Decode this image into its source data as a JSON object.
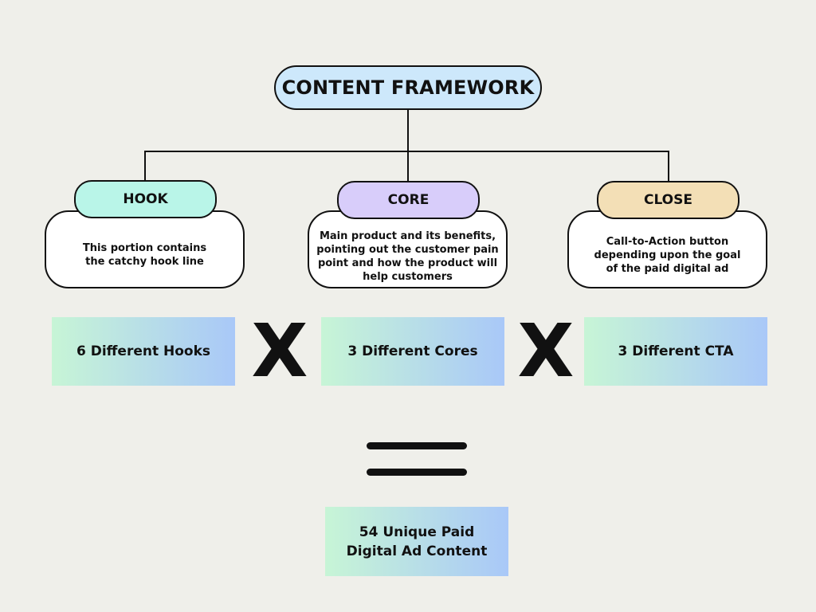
{
  "title": "CONTENT FRAMEWORK",
  "components": [
    {
      "label": "HOOK",
      "color": "#b9f5e8",
      "description": "This portion contains the catchy hook line",
      "quantity": "6 Different Hooks"
    },
    {
      "label": "CORE",
      "color": "#d8cdfa",
      "description": "Main product and its benefits, pointing out the customer pain point and how the product will help customers",
      "quantity": "3 Different Cores"
    },
    {
      "label": "CLOSE",
      "color": "#f3dfb6",
      "description": "Call-to-Action button depending upon the goal of the paid digital ad",
      "quantity": "3 Different CTA"
    }
  ],
  "operators": {
    "multiply": "X"
  },
  "result": "54 Unique Paid Digital Ad Content"
}
